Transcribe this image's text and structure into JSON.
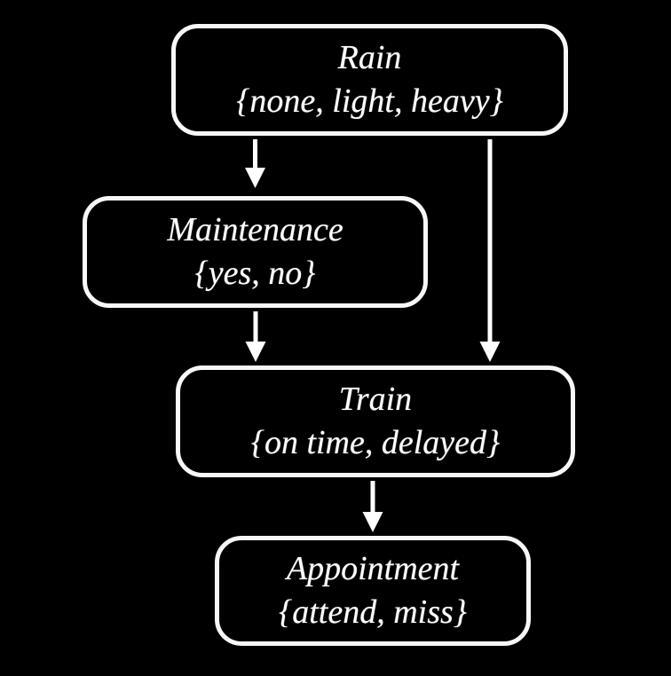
{
  "diagram": {
    "type": "bayesian-network",
    "background_color": "#000000",
    "node_border_color": "#f7f7f7",
    "node_fill_color": "#000000",
    "text_color": "#ffffff",
    "arrow_color": "#ffffff",
    "nodes": [
      {
        "id": "rain",
        "name": "Rain",
        "values": "{none, light, heavy}"
      },
      {
        "id": "maintenance",
        "name": "Maintenance",
        "values": "{yes, no}"
      },
      {
        "id": "train",
        "name": "Train",
        "values": "{on time, delayed}"
      },
      {
        "id": "appointment",
        "name": "Appointment",
        "values": "{attend, miss}"
      }
    ],
    "edges": [
      {
        "from": "rain",
        "to": "maintenance"
      },
      {
        "from": "rain",
        "to": "train"
      },
      {
        "from": "maintenance",
        "to": "train"
      },
      {
        "from": "train",
        "to": "appointment"
      }
    ]
  }
}
